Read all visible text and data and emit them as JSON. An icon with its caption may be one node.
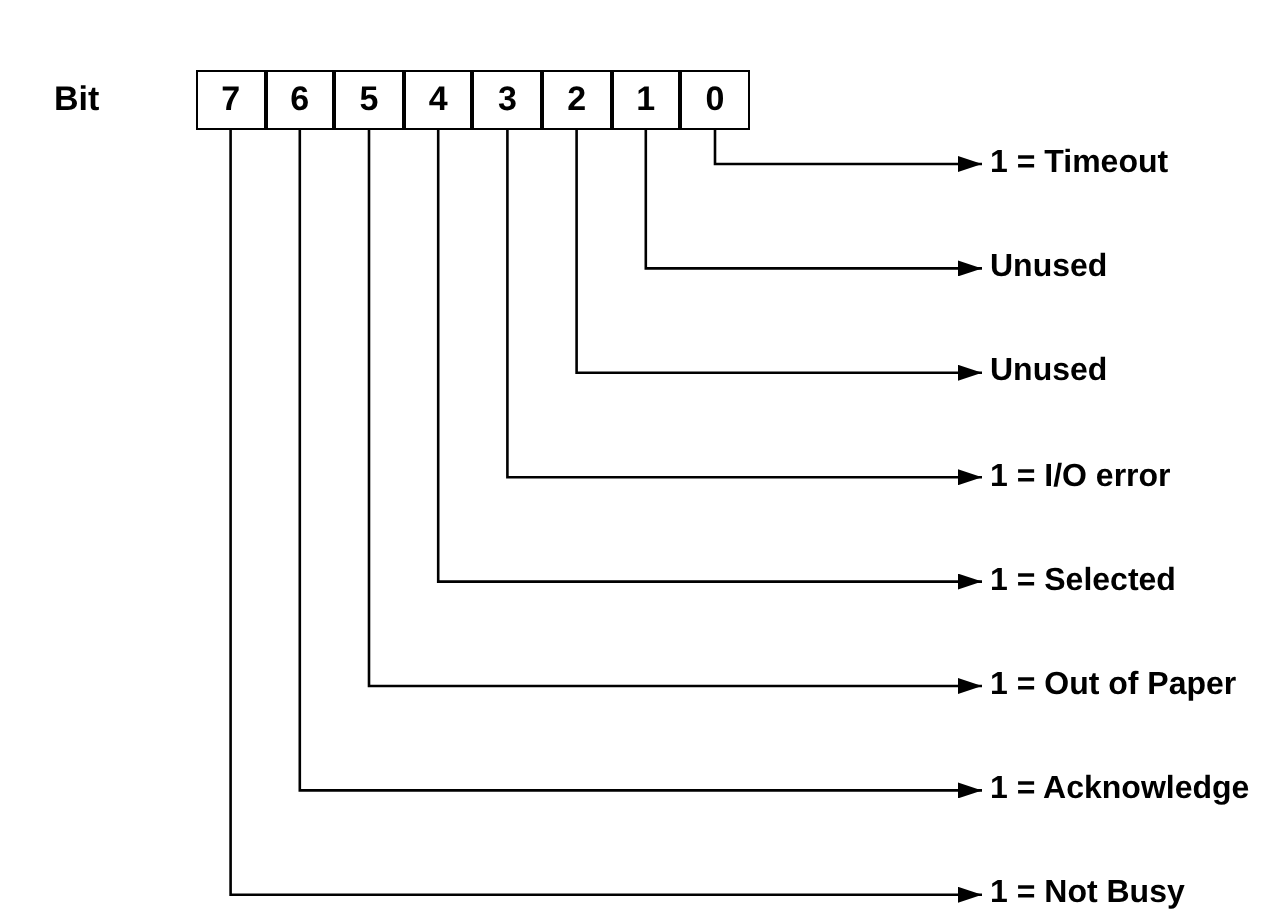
{
  "diagram": {
    "nodes": [
      {
        "text": [
          "7"
        ]
      },
      {
        "text": [
          "6"
        ]
      },
      {
        "text": [
          "5"
        ]
      },
      {
        "text": [
          "4"
        ]
      },
      {
        "text": [
          "3"
        ]
      },
      {
        "text": [
          "2"
        ]
      },
      {
        "text": [
          "1"
        ]
      },
      {
        "text": [
          "0"
        ]
      },
      {
        "text": [
          "1 = Timeout"
        ]
      },
      {
        "text": [
          "Unused"
        ]
      },
      {
        "text": [
          "Unused"
        ]
      },
      {
        "text": [
          "1 = I/O error"
        ]
      },
      {
        "text": [
          "1 = Selected"
        ]
      },
      {
        "text": [
          "1 = Out of Paper"
        ]
      },
      {
        "text": [
          "1 = Acknowledge"
        ]
      },
      {
        "text": [
          "1 = Not Busy"
        ]
      }
    ],
    "edges": [
      {
        "from": 7,
        "to": 8,
        "arrow": "to"
      },
      {
        "from": 6,
        "to": 9,
        "arrow": "to"
      },
      {
        "from": 5,
        "to": 10,
        "arrow": "to"
      },
      {
        "from": 4,
        "to": 11,
        "arrow": "to"
      },
      {
        "from": 3,
        "to": 12,
        "arrow": "to"
      },
      {
        "from": 2,
        "to": 13,
        "arrow": "to"
      },
      {
        "from": 1,
        "to": 14,
        "arrow": "to"
      },
      {
        "from": 0,
        "to": 15,
        "arrow": "to"
      }
    ],
    "labels": [
      "Bit"
    ]
  }
}
